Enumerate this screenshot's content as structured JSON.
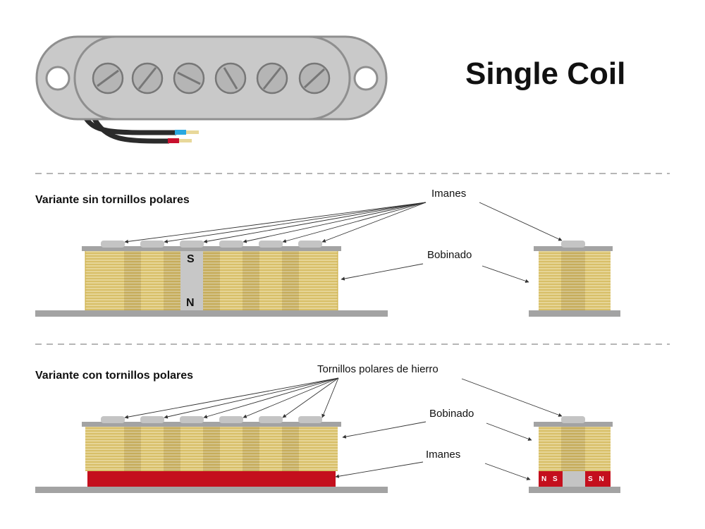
{
  "title": "Single Coil",
  "sections": {
    "without_poles": {
      "heading": "Variante sin tornillos polares",
      "magnets_label": "Imanes",
      "winding_label": "Bobinado",
      "pole_north": "N",
      "pole_south": "S"
    },
    "with_poles": {
      "heading": "Variante con tornillos polares",
      "screws_label": "Tornillos polares de hierro",
      "winding_label": "Bobinado",
      "magnets_label": "Imanes",
      "magnet_left": "N S",
      "magnet_right": "S N"
    }
  },
  "colors": {
    "cover": "#c9c9c9",
    "cover_stroke": "#9a9a9a",
    "winding": "#e3d28f",
    "winding_line": "#c8a83a",
    "plate": "#a3a3a3",
    "magnet": "#c40f1d",
    "wire_blue": "#29a8e0",
    "wire_red": "#c8102e"
  },
  "icons": {
    "screw": "slotted-screw-icon"
  }
}
